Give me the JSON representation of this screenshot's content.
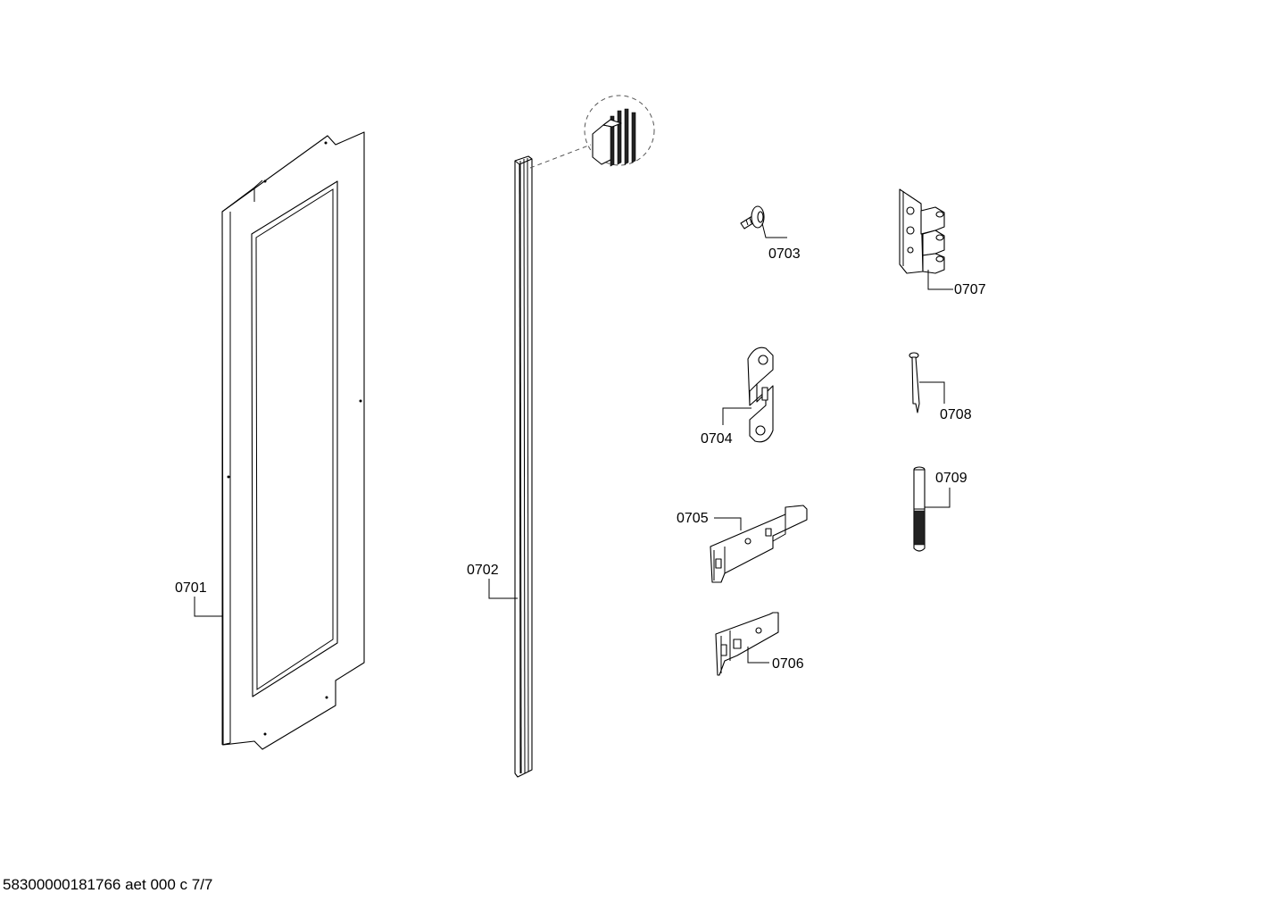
{
  "drawing": {
    "footer": "58300000181766 aet 000 c 7/7",
    "parts": [
      {
        "id": "0701",
        "component": "door-panel-frame"
      },
      {
        "id": "0702",
        "component": "door-seal-strip"
      },
      {
        "id": "0703",
        "component": "push-rivet"
      },
      {
        "id": "0704",
        "component": "mounting-bracket"
      },
      {
        "id": "0705",
        "component": "slide-bracket"
      },
      {
        "id": "0706",
        "component": "short-slide-bracket"
      },
      {
        "id": "0707",
        "component": "hinge"
      },
      {
        "id": "0708",
        "component": "pin"
      },
      {
        "id": "0709",
        "component": "threaded-bolt"
      }
    ]
  }
}
